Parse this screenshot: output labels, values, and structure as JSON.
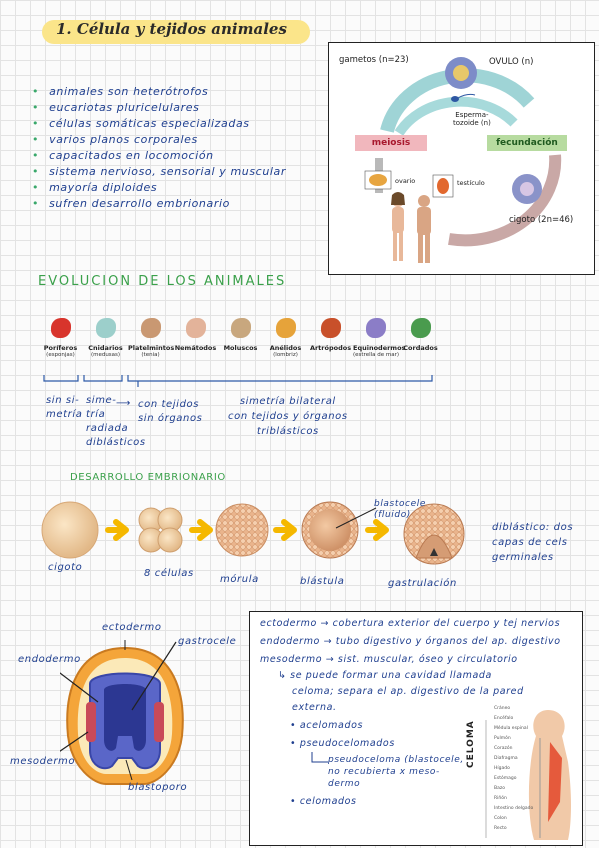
{
  "title": "1. Célula y tejidos animales",
  "bullets": [
    "animales son heterótrofos",
    "eucariotas pluricelulares",
    "células somáticas especializadas",
    "varios planos corporales",
    "capacitados en locomoción",
    "sistema nervioso, sensorial y muscular",
    "mayoría diploides",
    "sufren desarrollo embrionario"
  ],
  "cycle": {
    "gametos": "gametos (n=23)",
    "ovulo": "OVULO (n)",
    "espermatozoide": "Esperma-\ntozoide (n)",
    "meiosis": "meiosis",
    "fecundacion": "fecundación",
    "ovario": "ovario",
    "testiculo": "testículo",
    "cigoto": "cigoto (2n=46)"
  },
  "evolucion": {
    "heading": "EVOLUCION DE LOS ANIMALES",
    "animals": [
      {
        "name": "Poríferos",
        "sub": "(esponjas)",
        "color": "#d8342c"
      },
      {
        "name": "Cnidarios",
        "sub": "(medusas)",
        "color": "#9ccfcb"
      },
      {
        "name": "Platelmintos",
        "sub": "(tenia)",
        "color": "#c99872"
      },
      {
        "name": "Nemátodos",
        "sub": "",
        "color": "#e3b39a"
      },
      {
        "name": "Moluscos",
        "sub": "",
        "color": "#c8a77e"
      },
      {
        "name": "Anélidos",
        "sub": "(lombriz)",
        "color": "#e6a33a"
      },
      {
        "name": "Artrópodos",
        "sub": "",
        "color": "#c8502a"
      },
      {
        "name": "Equinodermos",
        "sub": "(estrella de mar)",
        "color": "#8b7dc7"
      },
      {
        "name": "Cordados",
        "sub": "",
        "color": "#4a9b4e"
      }
    ],
    "sinsimetria": "sin si-\nmetría",
    "simetria_radiada": "sime-\ntría\nradiada\ndiblásticos",
    "con_tejidos": "con tejidos\nsin órganos",
    "simetria_bilateral": "simetría bilateral\ncon tejidos y órganos\ntriblásticos"
  },
  "desarrollo": {
    "heading": "DESARROLLO EMBRIONARIO",
    "stages": [
      "cigoto",
      "8 células",
      "mórula",
      "blástula",
      "gastrulación"
    ],
    "blastocele": "blastocele\n(fluido)",
    "diblastico": "diblástico: dos\ncapas de cels\ngerminales"
  },
  "gastrula": {
    "ectodermo": "ectodermo",
    "gastrocele": "gastrocele",
    "endodermo": "endodermo",
    "mesodermo": "mesodermo",
    "blastoporo": "blastoporo"
  },
  "notes": {
    "ecto": "ectodermo → cobertura exterior del cuerpo y tej nervios",
    "endo": "endodermo → tubo digestivo y órganos del ap. digestivo",
    "meso": "mesodermo → sist. muscular, óseo y circulatorio",
    "cavidad1": "↳ se puede formar una cavidad llamada",
    "cavidad2": "celoma; separa el ap. digestivo de la pared",
    "cavidad3": "externa.",
    "acelomados": "• acelomados",
    "pseudo": "• pseudocelomados",
    "pseudo_def": "pseudoceloma (blastocele,\nno recubierta x meso-\ndermo",
    "celomados": "• celomados",
    "celoma_lbl": "CELOMA",
    "torso": [
      "Cráneo",
      "Encéfalo",
      "Médula espinal",
      "Pulmón",
      "Corazón",
      "Diafragma",
      "Hígado",
      "Estómago",
      "Bazo",
      "Riñón",
      "Intestino delgado",
      "Colon",
      "Recto"
    ]
  }
}
